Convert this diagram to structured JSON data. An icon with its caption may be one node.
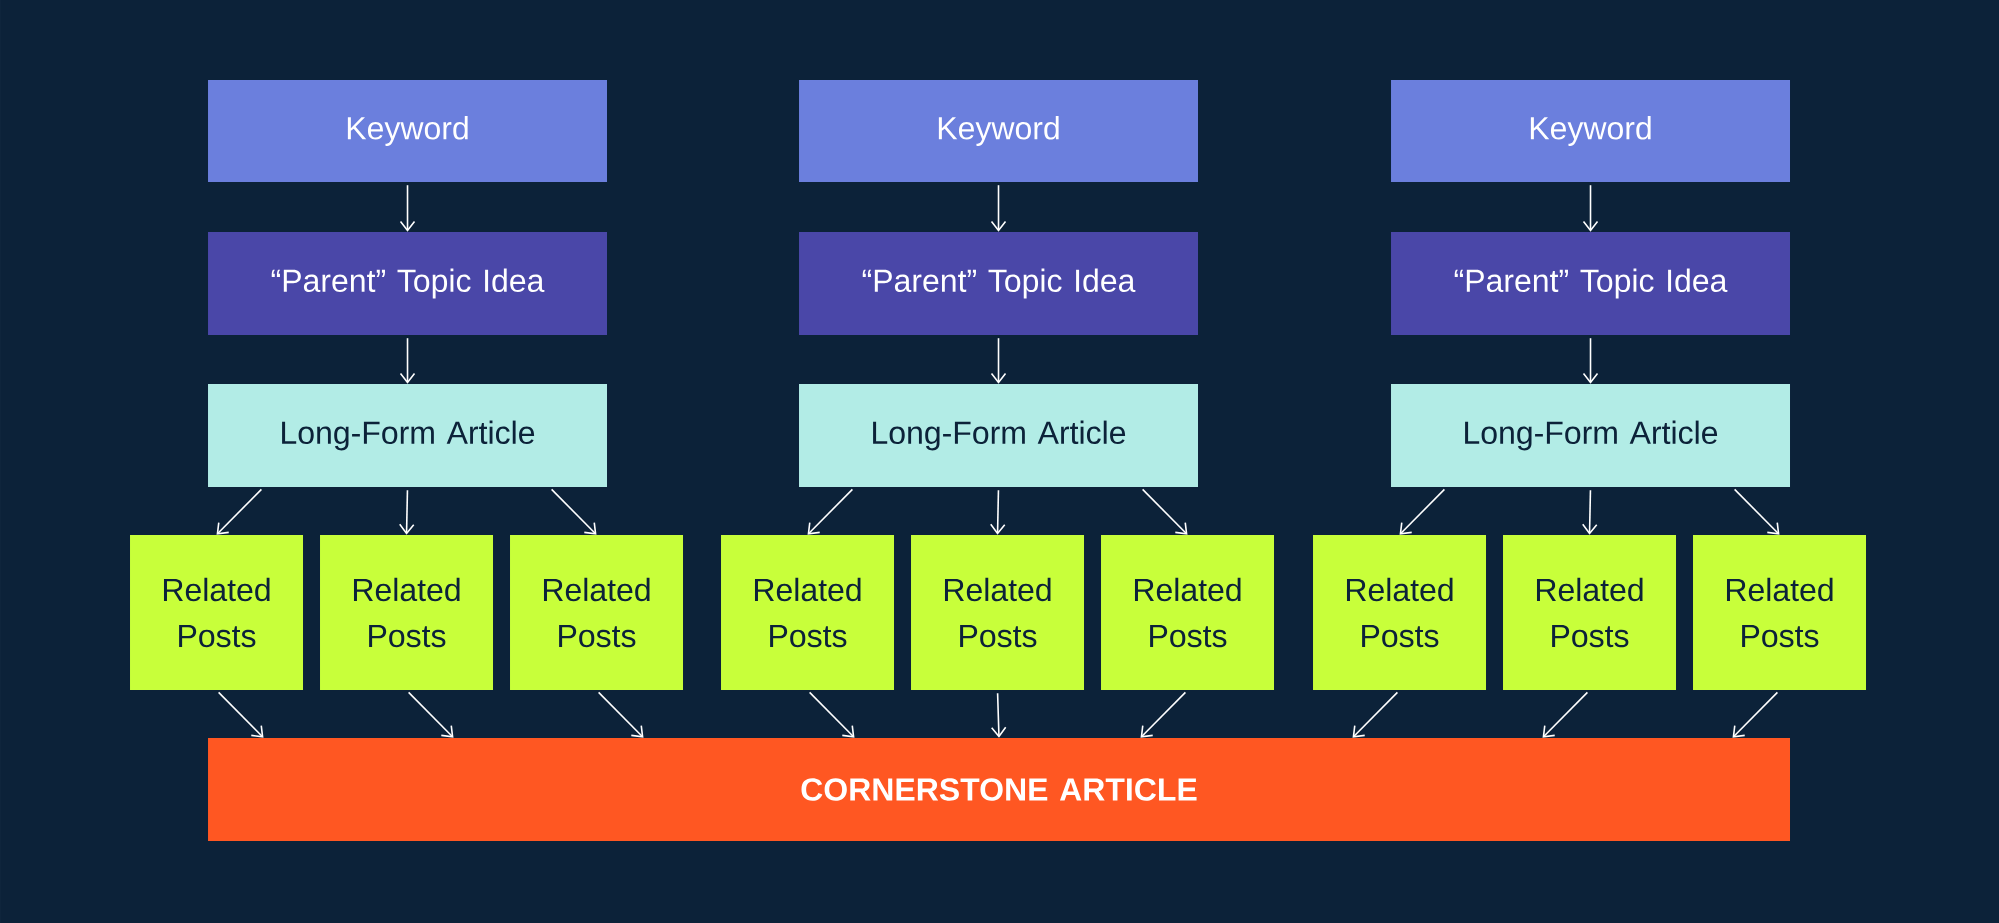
{
  "diagram": {
    "nodes": [
      {
        "text": [
          "Keyword"
        ]
      },
      {
        "text": [
          "Keyword"
        ]
      },
      {
        "text": [
          "Keyword"
        ]
      },
      {
        "text": [
          "“Parent” Topic Idea"
        ]
      },
      {
        "text": [
          "“Parent” Topic Idea"
        ]
      },
      {
        "text": [
          "“Parent” Topic Idea"
        ]
      },
      {
        "text": [
          "Long-Form Article"
        ]
      },
      {
        "text": [
          "Long-Form Article"
        ]
      },
      {
        "text": [
          "Long-Form Article"
        ]
      },
      {
        "text": [
          "Related Posts"
        ]
      },
      {
        "text": [
          "Related Posts"
        ]
      },
      {
        "text": [
          "Related Posts"
        ]
      },
      {
        "text": [
          "Related Posts"
        ]
      },
      {
        "text": [
          "Related Posts"
        ]
      },
      {
        "text": [
          "Related Posts"
        ]
      },
      {
        "text": [
          "Related Posts"
        ]
      },
      {
        "text": [
          "Related Posts"
        ]
      },
      {
        "text": [
          "Related Posts"
        ]
      },
      {
        "text": [
          "CORNERSTONE ARTICLE"
        ]
      }
    ],
    "edges": [
      {
        "from": 0,
        "to": 3,
        "arrow": "to"
      },
      {
        "from": 1,
        "to": 4,
        "arrow": "to"
      },
      {
        "from": 2,
        "to": 5,
        "arrow": "to"
      },
      {
        "from": 3,
        "to": 6,
        "arrow": "to"
      },
      {
        "from": 4,
        "to": 7,
        "arrow": "to"
      },
      {
        "from": 5,
        "to": 8,
        "arrow": "to"
      },
      {
        "from": 6,
        "to": 9,
        "arrow": "to"
      },
      {
        "from": 6,
        "to": 10,
        "arrow": "to"
      },
      {
        "from": 6,
        "to": 11,
        "arrow": "to"
      },
      {
        "from": 7,
        "to": 12,
        "arrow": "to"
      },
      {
        "from": 7,
        "to": 13,
        "arrow": "to"
      },
      {
        "from": 7,
        "to": 14,
        "arrow": "to"
      },
      {
        "from": 8,
        "to": 15,
        "arrow": "to"
      },
      {
        "from": 8,
        "to": 16,
        "arrow": "to"
      },
      {
        "from": 8,
        "to": 17,
        "arrow": "to"
      },
      {
        "from": 9,
        "to": 18,
        "arrow": "to"
      },
      {
        "from": 10,
        "to": 18,
        "arrow": "to"
      },
      {
        "from": 11,
        "to": 18,
        "arrow": "to"
      },
      {
        "from": 12,
        "to": 18,
        "arrow": "to"
      },
      {
        "from": 13,
        "to": 18,
        "arrow": "to"
      },
      {
        "from": 14,
        "to": 18,
        "arrow": "to"
      },
      {
        "from": 15,
        "to": 18,
        "arrow": "to"
      },
      {
        "from": 16,
        "to": 18,
        "arrow": "to"
      },
      {
        "from": 17,
        "to": 18,
        "arrow": "to"
      }
    ]
  }
}
